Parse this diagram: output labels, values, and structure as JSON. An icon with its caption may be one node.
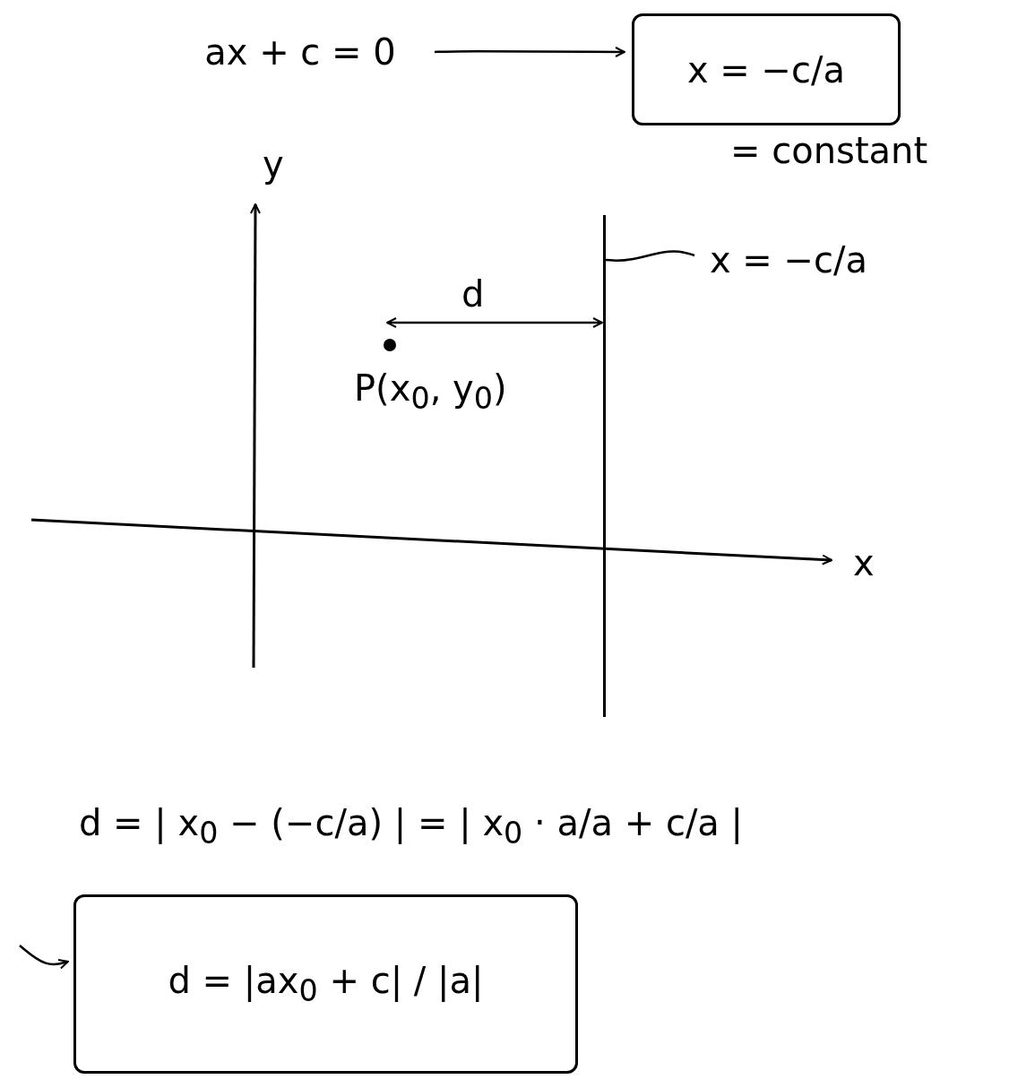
{
  "diagram": {
    "nodes": [
      {
        "text": [
          "ax + c = 0"
        ]
      },
      {
        "text": [
          "x = −c/a"
        ],
        "beside": [
          "= constant"
        ]
      },
      {
        "text": [],
        "shape": "line"
      },
      {
        "text": [
          "x = −c/a"
        ]
      },
      {
        "text": [
          "d = |ax$_{0}$ + c| / |a|"
        ]
      }
    ],
    "edges": [
      {
        "from": 0,
        "to": 1,
        "arrow": "to"
      },
      {
        "from": 3,
        "to": 2,
        "arrow": "none"
      },
      {
        "from": null,
        "to": 4,
        "arrow": "to"
      }
    ],
    "labels": [
      "y",
      "d",
      "P(x$_{0}$, y$_{0}$)",
      "x",
      "d = | x$_{0}$ − (−c/a) | = | x$_{0}$ · a/a + c/a |"
    ]
  }
}
